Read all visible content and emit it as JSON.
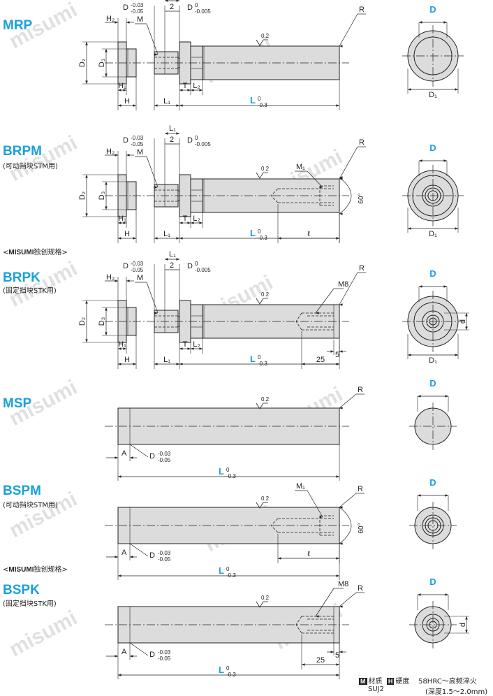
{
  "sections": [
    {
      "code": "MRP",
      "subtitle": ""
    },
    {
      "code": "BRPM",
      "subtitle": "(可动挡块STM用)"
    },
    {
      "code": "BRPK",
      "subtitle": "(固定挡块STK用)"
    },
    {
      "code": "MSP",
      "subtitle": ""
    },
    {
      "code": "BSPM",
      "subtitle": "(可动挡块STM用)"
    },
    {
      "code": "BSPK",
      "subtitle": "(固定挡块STK用)"
    }
  ],
  "notes": {
    "prefix": "<",
    "brand": "MISUMI",
    "text": "独创规格>"
  },
  "labels": {
    "H2": "H₂",
    "M": "M",
    "L1": "L₁",
    "two": "2",
    "D": "D",
    "D1": "D₁",
    "D2": "D₂",
    "D3": "D₃",
    "H1": "H₁",
    "H": "H",
    "T": "T",
    "L2": "L₂",
    "L": "L",
    "R": "R",
    "M1": "M₁",
    "M8": "M8",
    "ell": "ℓ",
    "angle": "60°",
    "d": "d",
    "A": "A",
    "five": "5",
    "twentyfive": "25",
    "rough": "0.2"
  },
  "tolerances": {
    "D_upper": "-0.03",
    "D_lower": "-0.05",
    "D_fit_upper": "0",
    "D_fit_lower": "-0.005",
    "L_upper": "0",
    "L_lower": "-0.3"
  },
  "footer": {
    "material_tag": "M",
    "material_label": "材质",
    "hardness_tag": "H",
    "hardness_label": "硬度",
    "material_value": "SUJ2",
    "hardness_value": "58HRC～高频淬火",
    "depth": "(深度1.5～2.0mm)"
  },
  "watermark": "misumi"
}
